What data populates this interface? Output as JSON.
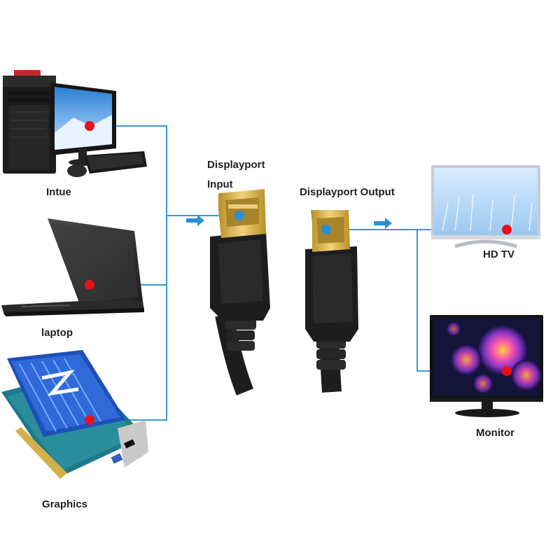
{
  "labels": {
    "desktop": "Intue",
    "laptop": "laptop",
    "graphics": "Graphics",
    "input_line1": "Displayport",
    "input_line2": "Input",
    "output": "Displayport Output",
    "hdtv": "HD TV",
    "monitor": "Monitor"
  },
  "colors": {
    "wire": "#3a9ad0",
    "arrow": "#2a8ed6",
    "dot_red": "#e8101a",
    "dot_blue": "#2a8ed6",
    "gold": "#d9b448",
    "cable_black": "#1d1d1d"
  },
  "icons": [
    "desktop-computer-icon",
    "laptop-icon",
    "graphics-card-icon",
    "displayport-input-connector-icon",
    "displayport-output-connector-icon",
    "hd-tv-icon",
    "monitor-icon",
    "arrow-right-icon"
  ]
}
